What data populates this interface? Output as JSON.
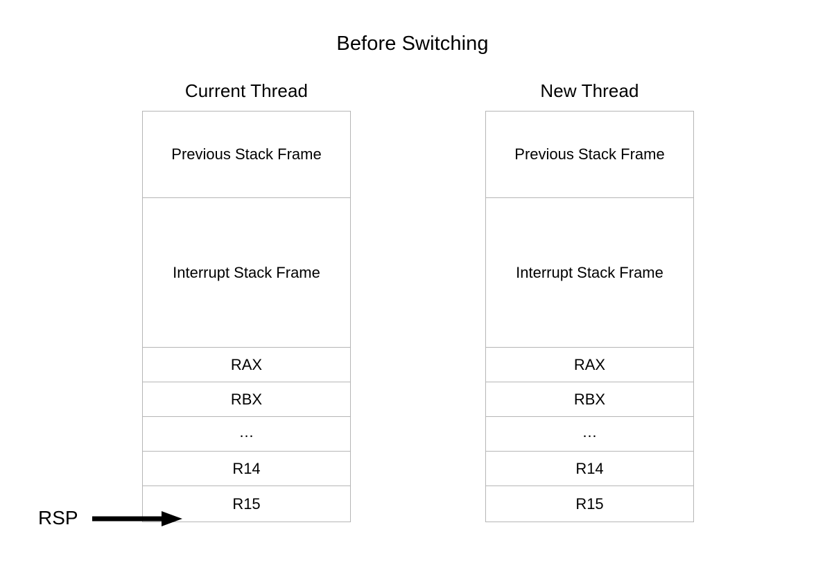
{
  "diagram": {
    "title": "Before Switching",
    "type": "stack-layout-diagram",
    "background_color": "#ffffff",
    "border_color": "#b5b5b5",
    "text_color": "#000000"
  },
  "columns": [
    {
      "id": "current-thread",
      "heading": "Current Thread",
      "rows": [
        {
          "label": "Previous Stack Frame",
          "kind": "frame",
          "size": "medium"
        },
        {
          "label": "Interrupt Stack Frame",
          "kind": "frame",
          "size": "large"
        },
        {
          "label": "RAX",
          "kind": "register"
        },
        {
          "label": "RBX",
          "kind": "register"
        },
        {
          "label": "…",
          "kind": "ellipsis"
        },
        {
          "label": "R14",
          "kind": "register"
        },
        {
          "label": "R15",
          "kind": "register"
        }
      ],
      "pointer": {
        "label": "RSP",
        "target": "bottom-of-stack",
        "color": "#000000"
      }
    },
    {
      "id": "new-thread",
      "heading": "New Thread",
      "rows": [
        {
          "label": "Previous Stack Frame",
          "kind": "frame",
          "size": "medium"
        },
        {
          "label": "Interrupt Stack Frame",
          "kind": "frame",
          "size": "large"
        },
        {
          "label": "RAX",
          "kind": "register"
        },
        {
          "label": "RBX",
          "kind": "register"
        },
        {
          "label": "…",
          "kind": "ellipsis"
        },
        {
          "label": "R14",
          "kind": "register"
        },
        {
          "label": "R15",
          "kind": "register"
        }
      ],
      "pointer": null
    }
  ]
}
